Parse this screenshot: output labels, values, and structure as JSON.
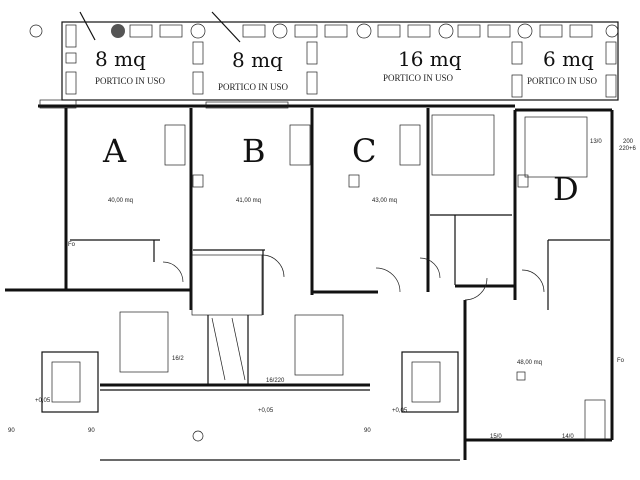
{
  "porticos": [
    {
      "area": "8 mq",
      "label": "PORTICO IN USO"
    },
    {
      "area": "8 mq",
      "label": "PORTICO IN USO"
    },
    {
      "area": "16 mq",
      "label": "PORTICO IN USO"
    },
    {
      "area": "6 mq",
      "label": "PORTICO IN USO"
    }
  ],
  "units": [
    {
      "letter": "A",
      "area": "40,00 mq"
    },
    {
      "letter": "B",
      "area": "41,00 mq"
    },
    {
      "letter": "C",
      "area": "43,00 mq"
    },
    {
      "letter": "D",
      "area": "48,00 mq"
    }
  ],
  "annotations": {
    "fo_a": "Fo",
    "fo_d": "Fo",
    "elev_1": "+0,05",
    "elev_2": "+0,05",
    "elev_3": "+0,05",
    "dim_13": "13/0",
    "dim_200": "200",
    "dim_220": "220+6",
    "dim_90a": "90",
    "dim_90b": "90",
    "dim_90c": "90",
    "dim_16": "16/2",
    "dim_16b": "16/220",
    "dim_15": "15/0",
    "dim_14": "14/0"
  }
}
